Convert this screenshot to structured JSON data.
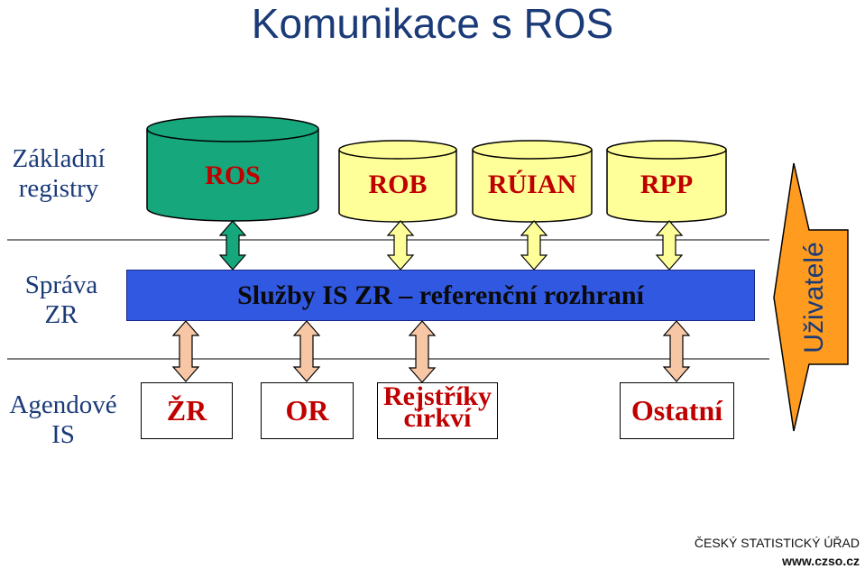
{
  "title": "Komunikace s ROS",
  "rows": {
    "zakladni": [
      "Základní",
      "registry"
    ],
    "sprava": [
      "Správa",
      "ZR"
    ],
    "agendove": [
      "Agendové",
      "IS"
    ]
  },
  "registries": [
    "ROS",
    "ROB",
    "RÚIAN",
    "RPP"
  ],
  "services_band": "Služby IS ZR – referenční rozhraní",
  "agenda_systems": {
    "zr": "ŽR",
    "or": "OR",
    "rejstriky": [
      "Rejstříky",
      "církví"
    ],
    "ostatni": "Ostatní"
  },
  "users": "Uživatelé",
  "footer": {
    "org": "ČESKÝ STATISTICKÝ ÚŘAD",
    "url": "www.czso.cz"
  },
  "colors": {
    "ros_fill": "#17a77c",
    "registry_fill": "#ffff99",
    "band_fill": "#3158e0",
    "arrow_green": "#17a77c",
    "arrow_yellow": "#ffff99",
    "arrow_peach": "#f7c7a5",
    "users_fill": "#ff9b1f",
    "label_red": "#c00000",
    "text_navy": "#1a3a78"
  }
}
